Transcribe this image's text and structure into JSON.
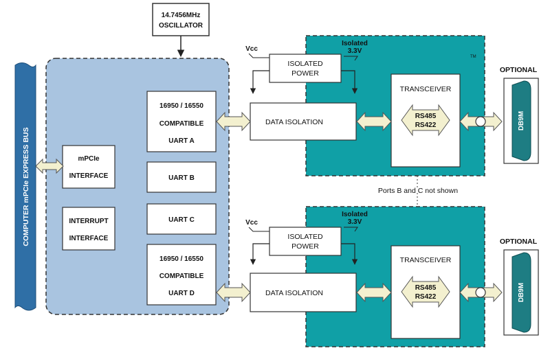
{
  "colors": {
    "bus": "#2f6fa6",
    "card": "#a9c4e0",
    "isolated": "#10a0a6",
    "arrow": "#f3f0cf",
    "connector": "#1e7d83",
    "box": "#ffffff",
    "line": "#222222"
  },
  "oscillator": {
    "line1": "14.7456MHz",
    "line2": "OSCILLATOR"
  },
  "bus": {
    "label": "COMPUTER  mPCIe EXPRESS  BUS"
  },
  "card": {
    "mpcie": {
      "line1": "mPCIe",
      "line2": "INTERFACE"
    },
    "interrupt": {
      "line1": "INTERRUPT",
      "line2": "INTERFACE"
    },
    "uart_a": {
      "line1": "16950 / 16550",
      "line2": "COMPATIBLE",
      "line3": "UART A"
    },
    "uart_b": {
      "label": "UART B"
    },
    "uart_c": {
      "label": "UART C"
    },
    "uart_d": {
      "line1": "16950 / 16550",
      "line2": "COMPATIBLE",
      "line3": "UART D"
    }
  },
  "port_top": {
    "vcc": "Vcc",
    "isolated": "Isolated",
    "isolated_v": "3.3V",
    "power_line1": "ISOLATED",
    "power_line2": "POWER",
    "data_isolation": "DATA  ISOLATION",
    "transceiver": "TRANSCEIVER",
    "rs485": "RS485",
    "rs422": "RS422",
    "optional": "OPTIONAL",
    "connector": "DB9M",
    "tm": "TM"
  },
  "port_bottom": {
    "vcc": "Vcc",
    "isolated": "Isolated",
    "isolated_v": "3.3V",
    "power_line1": "ISOLATED",
    "power_line2": "POWER",
    "data_isolation": "DATA  ISOLATION",
    "transceiver": "TRANSCEIVER",
    "rs485": "RS485",
    "rs422": "RS422",
    "optional": "OPTIONAL",
    "connector": "DB9M"
  },
  "note": "Ports B and C not shown"
}
